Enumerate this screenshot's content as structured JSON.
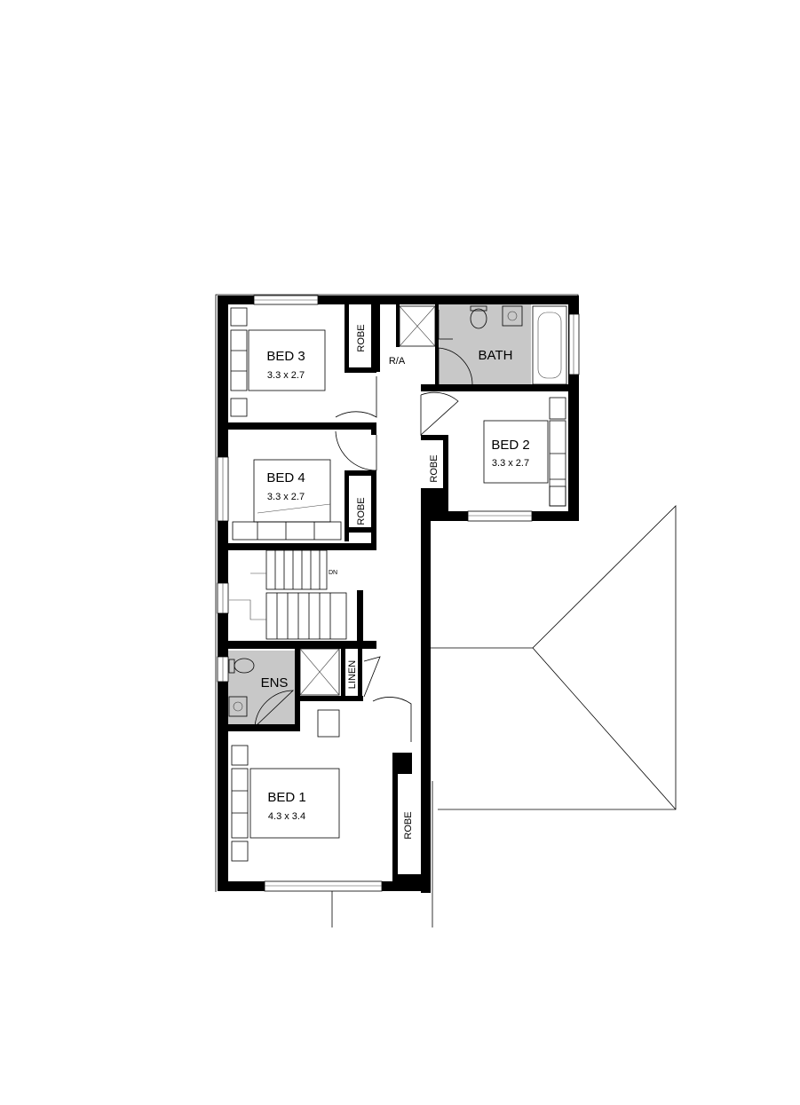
{
  "rooms": {
    "bed1": {
      "name": "BED 1",
      "dims": "4.3 x 3.4"
    },
    "bed2": {
      "name": "BED 2",
      "dims": "3.3 x 2.7"
    },
    "bed3": {
      "name": "BED 3",
      "dims": "3.3 x 2.7"
    },
    "bed4": {
      "name": "BED 4",
      "dims": "3.3 x 2.7"
    },
    "bath": {
      "name": "BATH"
    },
    "ens": {
      "name": "ENS"
    }
  },
  "labels": {
    "robe": "ROBE",
    "linen": "LINEN",
    "ra": "R/A",
    "dn": "DN"
  },
  "colors": {
    "wall": "#000000",
    "wet_area": "#c8c8c8",
    "background": "#ffffff"
  }
}
